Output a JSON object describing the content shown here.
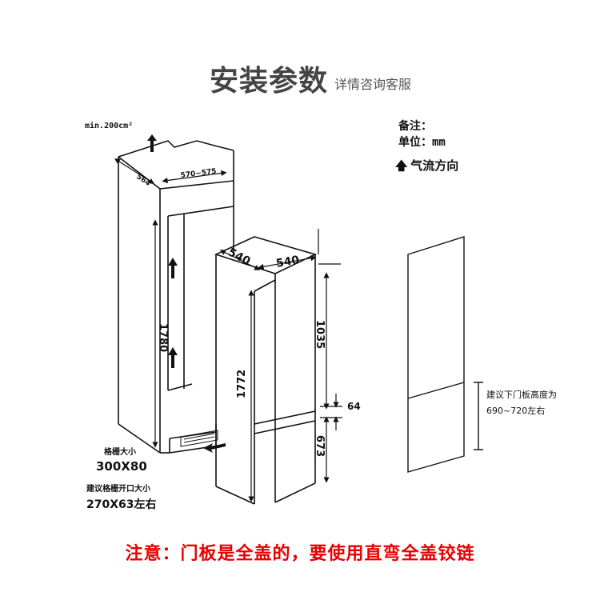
{
  "header": {
    "title": "安装参数",
    "subtitle": "详情咨询客服"
  },
  "notes": {
    "remark": "备注：",
    "unit": "单位：mm",
    "airflow": "气流方向"
  },
  "cabinet": {
    "min_area": "min.200cm²",
    "depth": "564",
    "width": "570~575",
    "height": "1780"
  },
  "appliance": {
    "depth": "540",
    "width": "540",
    "height": "1772",
    "upper": "1035",
    "gap": "64",
    "lower": "673"
  },
  "grille": {
    "size_label": "格栅大小",
    "size": "300X80",
    "opening_label": "建议格栅开口大小",
    "opening": "270X63左右"
  },
  "door_panel": {
    "label_line1": "建议下门板高度为",
    "label_line2": "690~720左右"
  },
  "footer": {
    "warning": "注意：门板是全盖的，要使用直弯全盖铰链"
  }
}
